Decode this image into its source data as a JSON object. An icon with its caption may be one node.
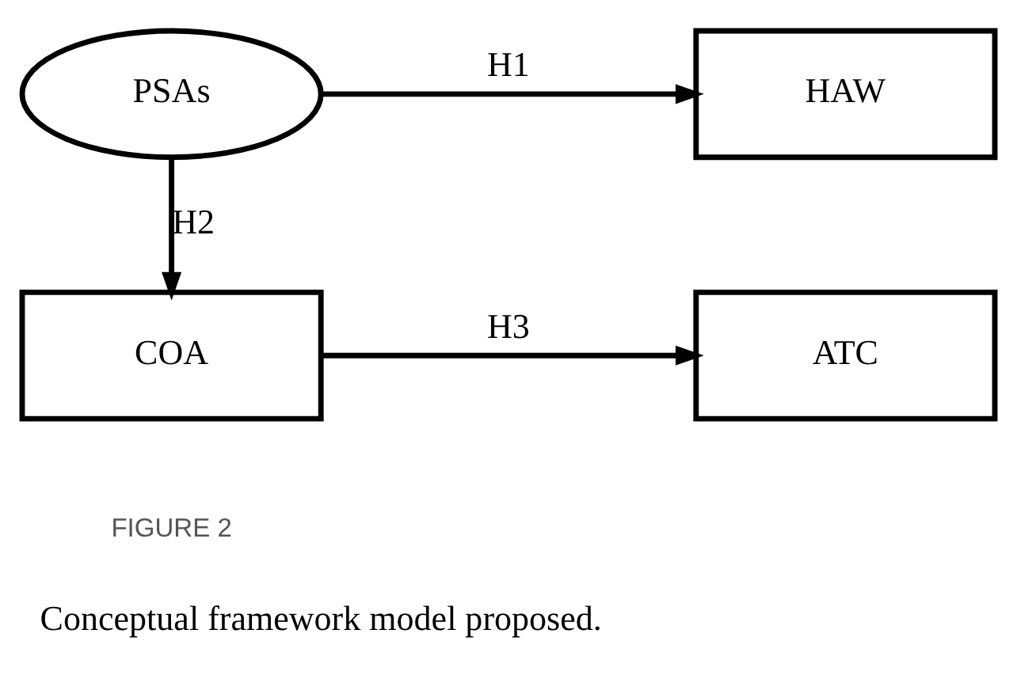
{
  "diagram": {
    "caption": "Conceptual framework model proposed.",
    "nodes": [
      {
        "text": [
          "PSAs"
        ]
      },
      {
        "text": [
          "HAW"
        ]
      },
      {
        "text": [
          "COA"
        ]
      },
      {
        "text": [
          "ATC"
        ]
      }
    ],
    "edges": [
      {
        "from": 0,
        "to": 1,
        "arrow": "to",
        "label": "H1"
      },
      {
        "from": 0,
        "to": 2,
        "arrow": "to",
        "label": "H2"
      },
      {
        "from": 2,
        "to": 3,
        "arrow": "to",
        "label": "H3"
      }
    ],
    "labels": [
      "FIGURE 2"
    ]
  }
}
